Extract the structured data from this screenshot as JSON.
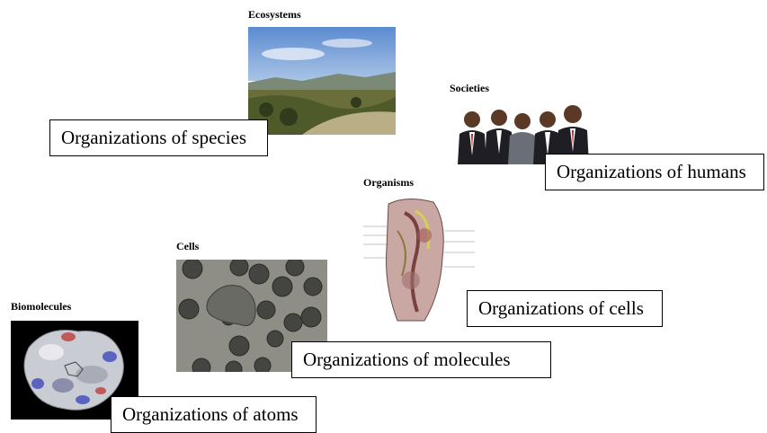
{
  "levels": {
    "ecosystems": {
      "title": "Ecosystems",
      "caption": "Organizations of species"
    },
    "societies": {
      "title": "Societies",
      "caption": "Organizations of humans"
    },
    "organisms": {
      "title": "Organisms",
      "caption": "Organizations of cells"
    },
    "cells": {
      "title": "Cells",
      "caption": "Organizations of molecules"
    },
    "biomolecules": {
      "title": "Biomolecules",
      "caption": "Organizations of atoms"
    }
  },
  "colors": {
    "sky": "#6f9bd4",
    "hills": "#5f6b3a",
    "cell_bg": "#8e8e86",
    "cell_dark": "#3c3c38",
    "molecule_bg": "#000000",
    "suit": "#1e1e24"
  }
}
